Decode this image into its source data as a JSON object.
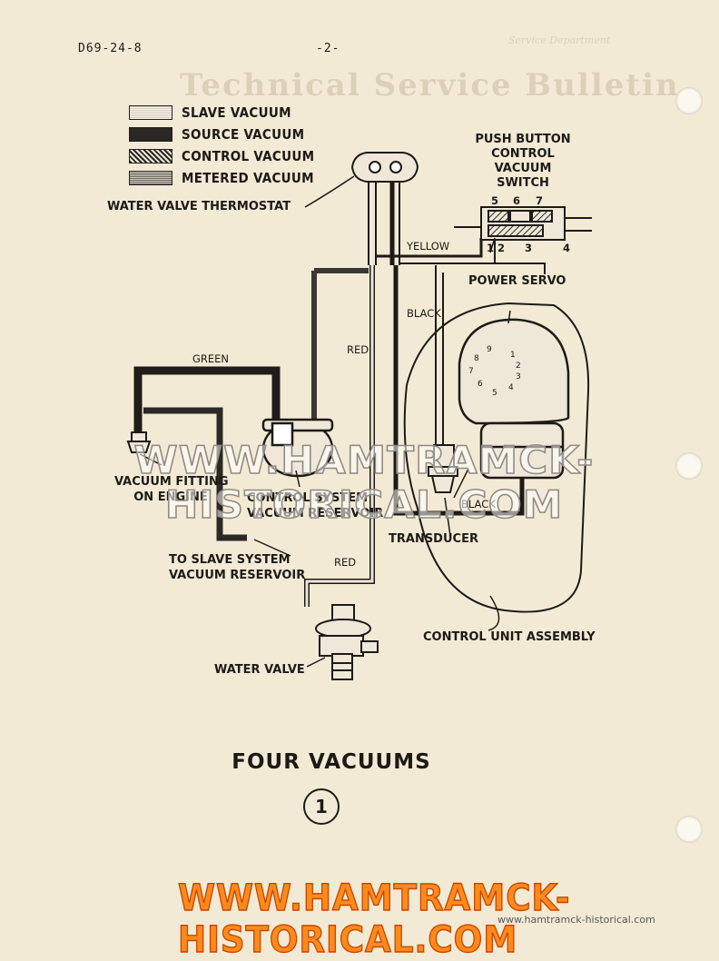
{
  "header": {
    "doc_id": "D69-24-8",
    "page_number": "-2-"
  },
  "background": {
    "title": "Technical Service Bulletin",
    "small": "Service Department"
  },
  "legend": [
    {
      "label": "SLAVE VACUUM",
      "pattern": "dotted"
    },
    {
      "label": "SOURCE VACUUM",
      "pattern": "solid-black"
    },
    {
      "label": "CONTROL VACUUM",
      "pattern": "diagonal-hatch"
    },
    {
      "label": "METERED VACUUM",
      "pattern": "fine-hatch"
    }
  ],
  "labels": {
    "water_valve_thermostat": "WATER VALVE THERMOSTAT",
    "push_button_switch": [
      "PUSH BUTTON",
      "CONTROL",
      "VACUUM",
      "SWITCH"
    ],
    "switch_ports_top": [
      "5",
      "6",
      "7"
    ],
    "switch_ports_bottom": [
      "1",
      "2",
      "3",
      "4"
    ],
    "yellow": "YELLOW",
    "power_servo": "POWER SERVO",
    "black_upper": "BLACK",
    "red_upper": "RED",
    "green": "GREEN",
    "vacuum_fitting": [
      "VACUUM FITTING",
      "ON ENGINE"
    ],
    "control_reservoir": [
      "CONTROL SYSTEM",
      "VACUUM RESERVOIR"
    ],
    "black_lower": "BLACK",
    "transducer": "TRANSDUCER",
    "slave_reservoir": [
      "TO SLAVE SYSTEM",
      "VACUUM RESERVOIR"
    ],
    "red_lower": "RED",
    "control_unit": "CONTROL UNIT ASSEMBLY",
    "water_valve": "WATER VALVE",
    "servo_ports": [
      "1",
      "2",
      "3",
      "4",
      "5",
      "6",
      "7",
      "8",
      "9"
    ]
  },
  "figure": {
    "title": "FOUR VACUUMS",
    "number": "1"
  },
  "watermarks": {
    "middle": "WWW.HAMTRAMCK-HISTORICAL.COM",
    "bottom": "WWW.HAMTRAMCK-HISTORICAL.COM",
    "small": "www.hamtramck-historical.com"
  },
  "colors": {
    "paper": "#f3ead6",
    "ink": "#1d1a16",
    "watermark_orange": "#ff8a1c"
  }
}
